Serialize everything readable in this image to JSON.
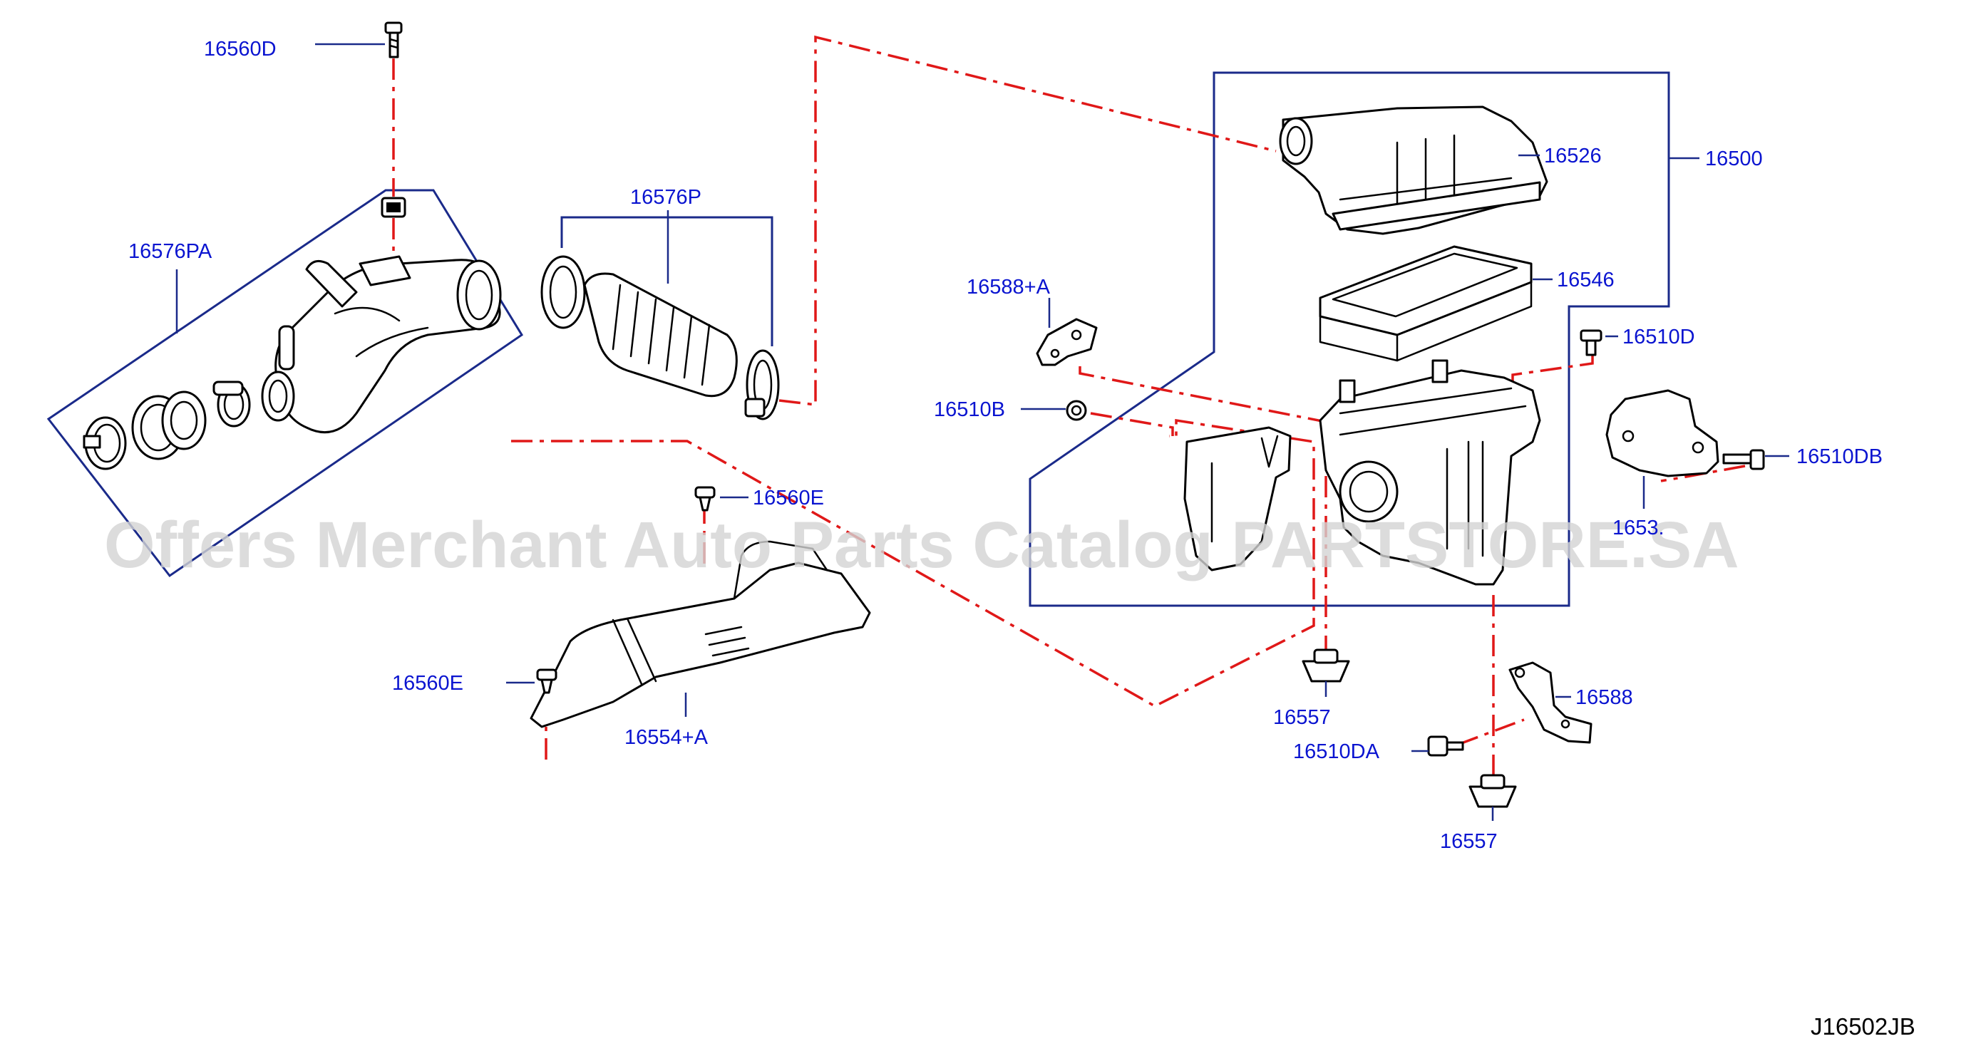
{
  "diagram": {
    "colors": {
      "label": "#0a14d0",
      "frame": "#1a2a8a",
      "dash_line": "#e01818",
      "part_outline": "#000000",
      "watermark": "#d4d4d4"
    },
    "watermark": "Offers Merchant Auto Parts Catalog PARTSTORE.SA",
    "diagram_code": "J16502JB",
    "labels": {
      "p16560D": "16560D",
      "p16576PA": "16576PA",
      "p16576P": "16576P",
      "p16588A": "16588+A",
      "p16510B": "16510B",
      "p16560E_top": "16560E",
      "p16560E_left": "16560E",
      "p16554A": "16554+A",
      "p16526": "16526",
      "p16500": "16500",
      "p16546": "16546",
      "p16510D": "16510D",
      "p16510DB": "16510DB",
      "p1653x": "1653.",
      "p16557_left": "16557",
      "p16588": "16588",
      "p16510DA": "16510DA",
      "p16557_right": "16557"
    },
    "parts": [
      "bolt-16560D",
      "grommet-16560D",
      "intake-duct-16576PA",
      "clamp-small-1",
      "clamp-small-2",
      "sensor-ring",
      "air-hose-16576P",
      "hose-clamp-left",
      "hose-clamp-right",
      "air-cleaner-cover-16526",
      "air-filter-element-16546",
      "air-cleaner-body",
      "inlet-duct-16554A",
      "bracket-16588A",
      "nut-16510B",
      "bolt-16510D",
      "bracket-1653x",
      "bolt-16510DB",
      "grommet-16557-left",
      "bracket-16588",
      "bolt-16510DA",
      "grommet-16557-right",
      "clip-16560E-top",
      "clip-16560E-left",
      "resonator-duct"
    ]
  }
}
